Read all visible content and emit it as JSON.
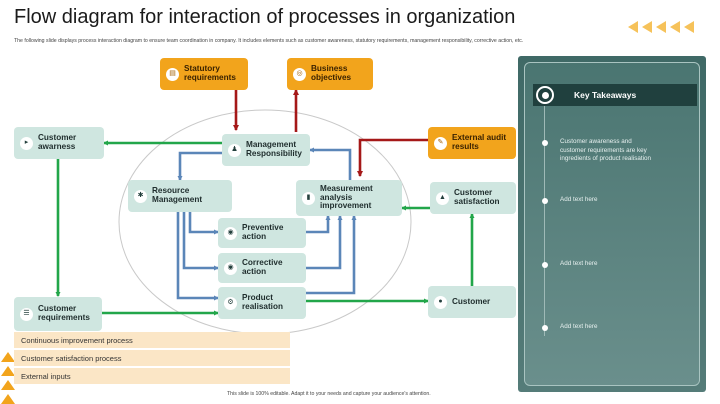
{
  "title": "Flow diagram for interaction of processes in organization",
  "subtitle": "The following slide displays process interaction diagram to ensure team coordination in company. It includes elements such as customer awareness, statutory requirements, management responsibility, corrective action, etc.",
  "footer": "This slide is 100% editable. Adapt it to your needs and capture your audience's attention.",
  "colors": {
    "accent_orange": "#f2a41c",
    "box_teal": "#cfe6e0",
    "arrow_blue": "#5b86b8",
    "arrow_green": "#22a64a",
    "arrow_red": "#a51818",
    "panel_dark": "#20403e"
  },
  "nodes": {
    "statutory_requirements": "Statutory requirements",
    "business_objectives": "Business objectives",
    "external_audit_results": "External audit results",
    "customer_awareness": "Customer awarness",
    "management_responsibility": "Management Responsibility",
    "resource_management": "Resource Management",
    "measurement_analysis_improvement": "Measurement analysis improvement",
    "customer_satisfaction": "Customer satisfaction",
    "preventive_action": "Preventive action",
    "corrective_action": "Corrective action",
    "product_realisation": "Product realisation",
    "customer_requirements": "Customer requirements",
    "customer": "Customer"
  },
  "node_icons": {
    "statutory_requirements": "document-icon",
    "business_objectives": "target-icon",
    "external_audit_results": "clipboard-icon",
    "customer_awareness": "megaphone-icon",
    "management_responsibility": "people-icon",
    "resource_management": "settings-icon",
    "measurement_analysis_improvement": "chart-icon",
    "customer_satisfaction": "thumbs-up-icon",
    "preventive_action": "shield-icon",
    "corrective_action": "wrench-icon",
    "product_realisation": "gear-icon",
    "customer_requirements": "list-icon",
    "customer": "person-icon"
  },
  "legend": [
    {
      "label": "Continuous improvement process",
      "arrow_color": "#5b86b8"
    },
    {
      "label": "Customer satisfaction process",
      "arrow_color": "#22a64a"
    },
    {
      "label": "External inputs",
      "arrow_color": "#a51818"
    }
  ],
  "key_takeaways": {
    "title": "Key Takeaways",
    "items": [
      "Customer awareness and customer requirements are key ingredients of product realisation",
      "Add text here",
      "Add text here",
      "Add text here"
    ]
  }
}
